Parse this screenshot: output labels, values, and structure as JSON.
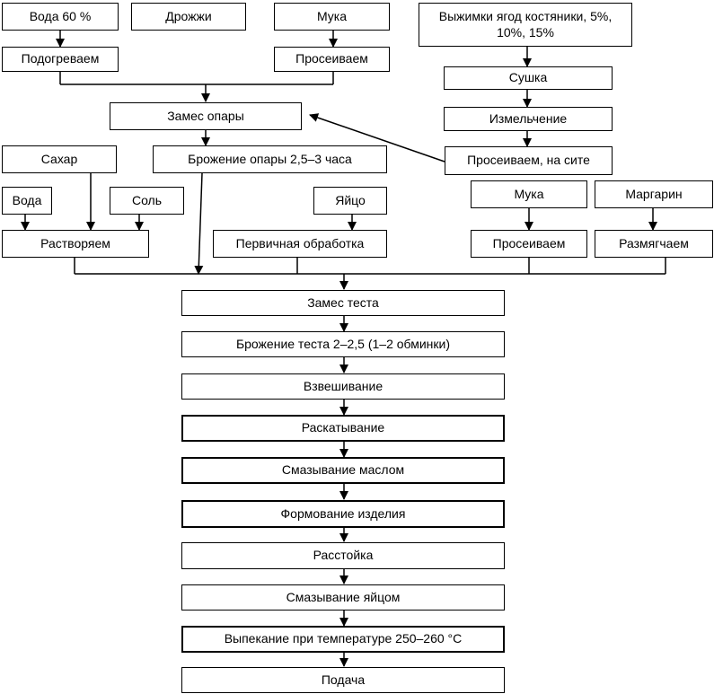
{
  "boxes": {
    "voda60": "Вода 60 %",
    "drozhzhi": "Дрожжи",
    "muka1": "Мука",
    "vyzhimki": "Выжимки ягод костяники, 5%, 10%, 15%",
    "podogrevaem": "Подогреваем",
    "proseivaem1": "Просеиваем",
    "sushka": "Сушка",
    "zames_opary": "Замес опары",
    "izmelchenie": "Измельчение",
    "sahar": "Сахар",
    "brozhenie_opary": "Брожение опары 2,5–3 часа",
    "proseivaem_sito": "Просеиваем, на сите",
    "voda": "Вода",
    "sol": "Соль",
    "yaico": "Яйцо",
    "muka2": "Мука",
    "margarin": "Маргарин",
    "rastvoryaem": "Растворяем",
    "pervichnaya": "Первичная обработка",
    "proseivaem2": "Просеиваем",
    "razmyagchaem": "Размягчаем",
    "zames_testa": "Замес теста",
    "brozhenie_testa": "Брожение теста 2–2,5 (1–2 обминки)",
    "vzveshivanie": "Взвешивание",
    "raskatyvanie": "Раскатывание",
    "smazyvanie_maslom": "Смазывание маслом",
    "formovanie": "Формование изделия",
    "rasstoyka": "Расстойка",
    "smazyvanie_yaicom": "Смазывание яйцом",
    "vypekanie": "Выпекание при температуре 250–260 °С",
    "podacha": "Подача"
  }
}
